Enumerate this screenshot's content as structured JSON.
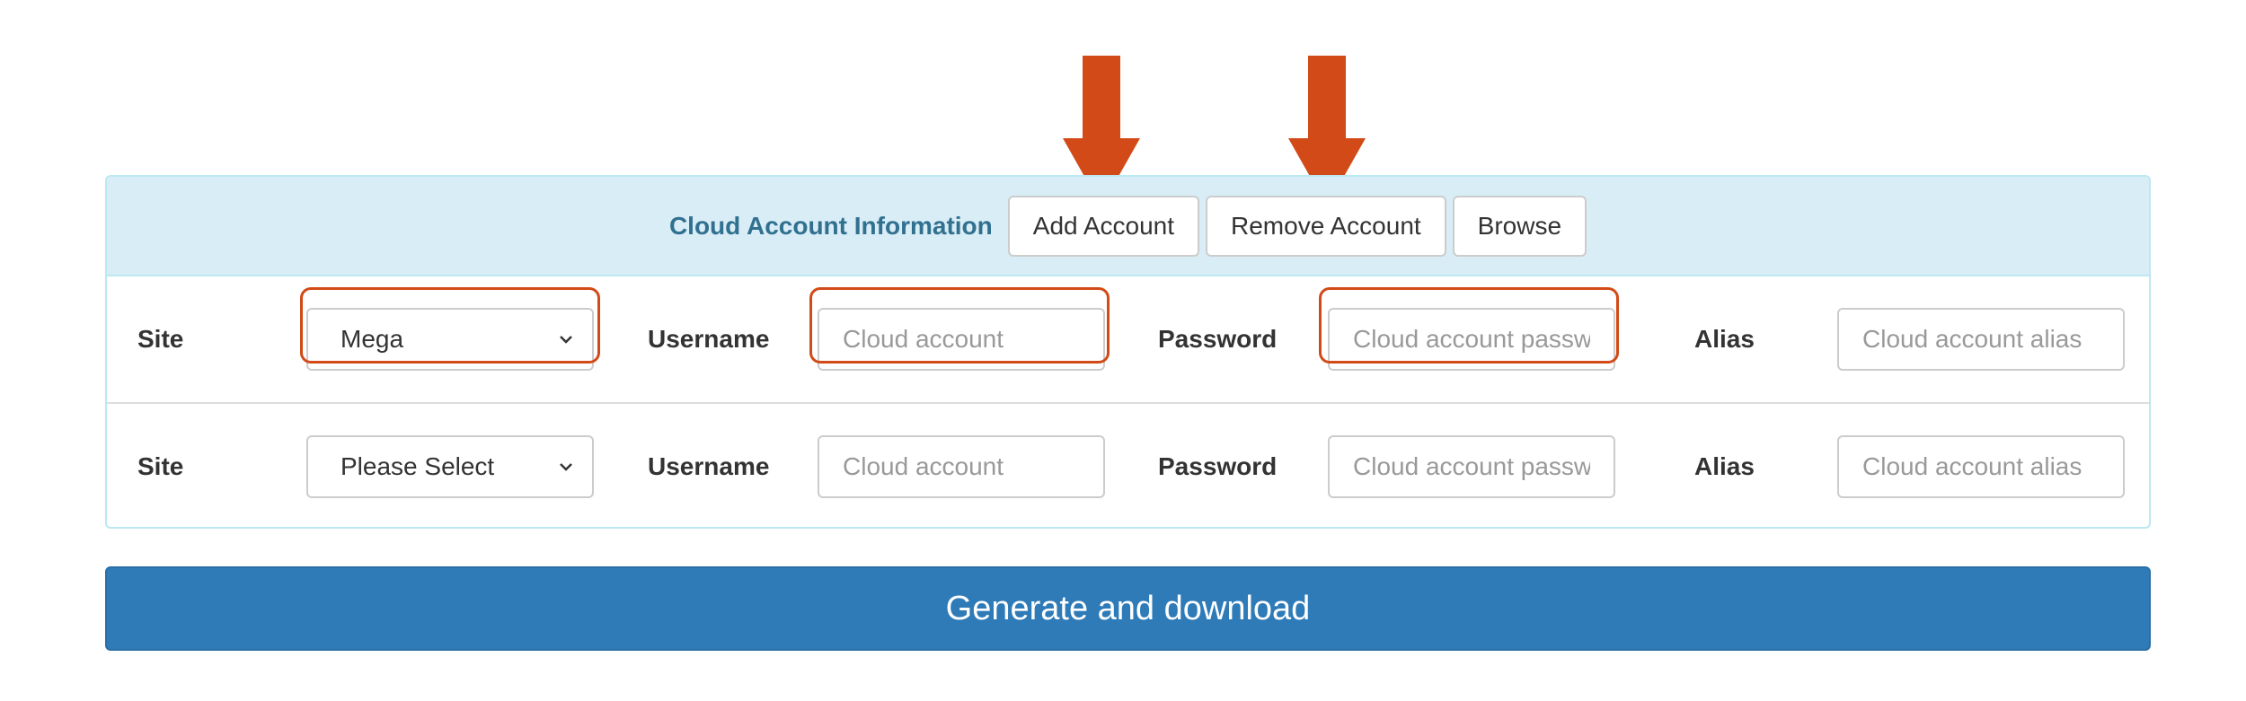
{
  "header": {
    "title": "Cloud Account Information",
    "add_label": "Add Account",
    "remove_label": "Remove Account",
    "browse_label": "Browse"
  },
  "rows": [
    {
      "site_label": "Site",
      "site_value": "Mega",
      "username_label": "Username",
      "username_placeholder": "Cloud account",
      "password_label": "Password",
      "password_placeholder": "Cloud account passw",
      "alias_label": "Alias",
      "alias_placeholder": "Cloud account alias"
    },
    {
      "site_label": "Site",
      "site_value": "Please Select",
      "username_label": "Username",
      "username_placeholder": "Cloud account",
      "password_label": "Password",
      "password_placeholder": "Cloud account passw",
      "alias_label": "Alias",
      "alias_placeholder": "Cloud account alias"
    }
  ],
  "footer": {
    "generate_label": "Generate and download"
  },
  "icons": {
    "arrow": "arrow-down-icon",
    "chevron": "chevron-down-icon"
  },
  "colors": {
    "annotation": "#d24a17",
    "heading_bg": "#d9edf7",
    "heading_text": "#31708f",
    "primary": "#2e7bb8"
  }
}
